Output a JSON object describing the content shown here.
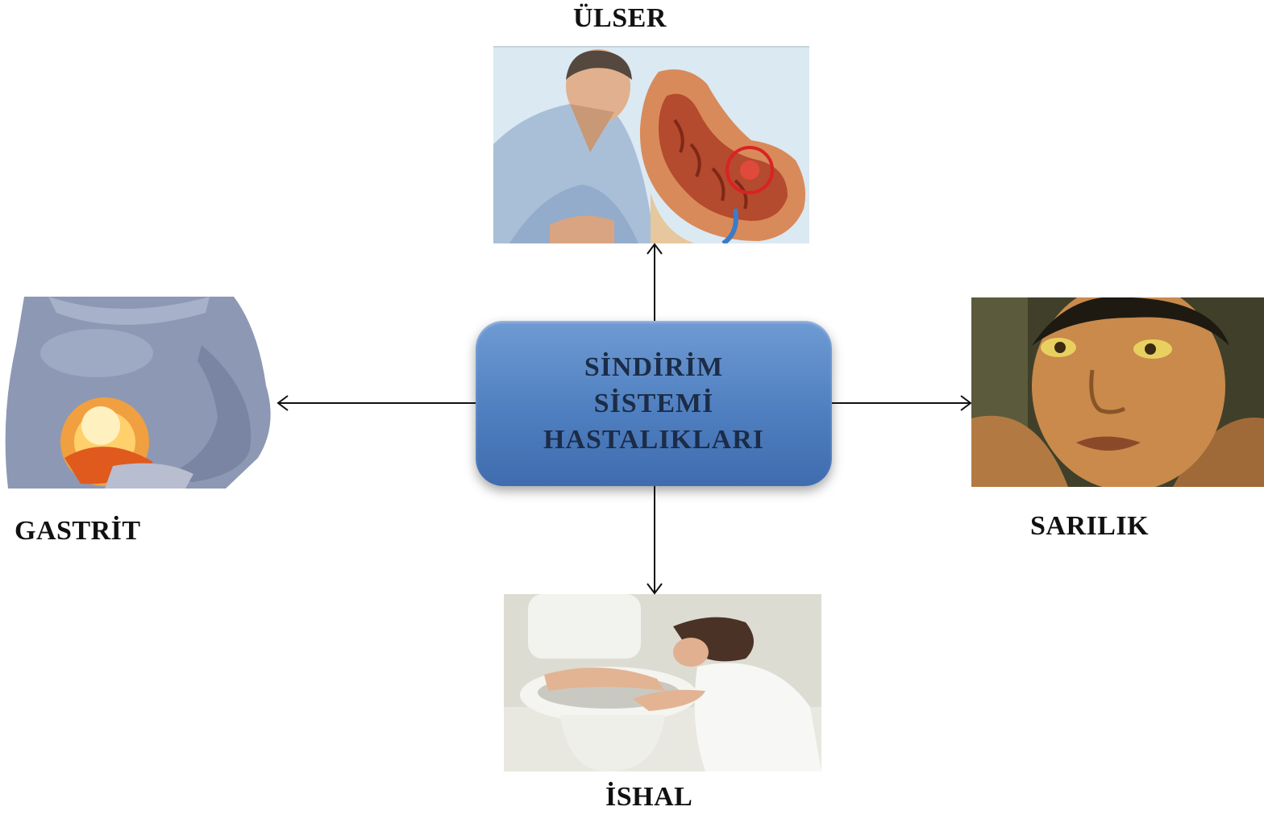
{
  "center": {
    "lines": [
      "SİNDİRİM",
      "SİSTEMİ",
      "HASTALIKLARI"
    ]
  },
  "nodes": {
    "ulser": {
      "label": "ÜLSER"
    },
    "gastrit": {
      "label": "GASTRİT"
    },
    "sarilik": {
      "label": "SARILIK"
    },
    "ishal": {
      "label": "İSHAL"
    }
  },
  "colors": {
    "center_fill": "#4f7fc0",
    "center_text": "#1c2c47",
    "arrow": "#111111",
    "label_text": "#111111"
  },
  "icons": {
    "ulser": "stomach-ulcer-illustration",
    "gastrit": "burning-stomach-illustration",
    "sarilik": "jaundice-face-photo",
    "ishal": "person-over-toilet-photo"
  }
}
